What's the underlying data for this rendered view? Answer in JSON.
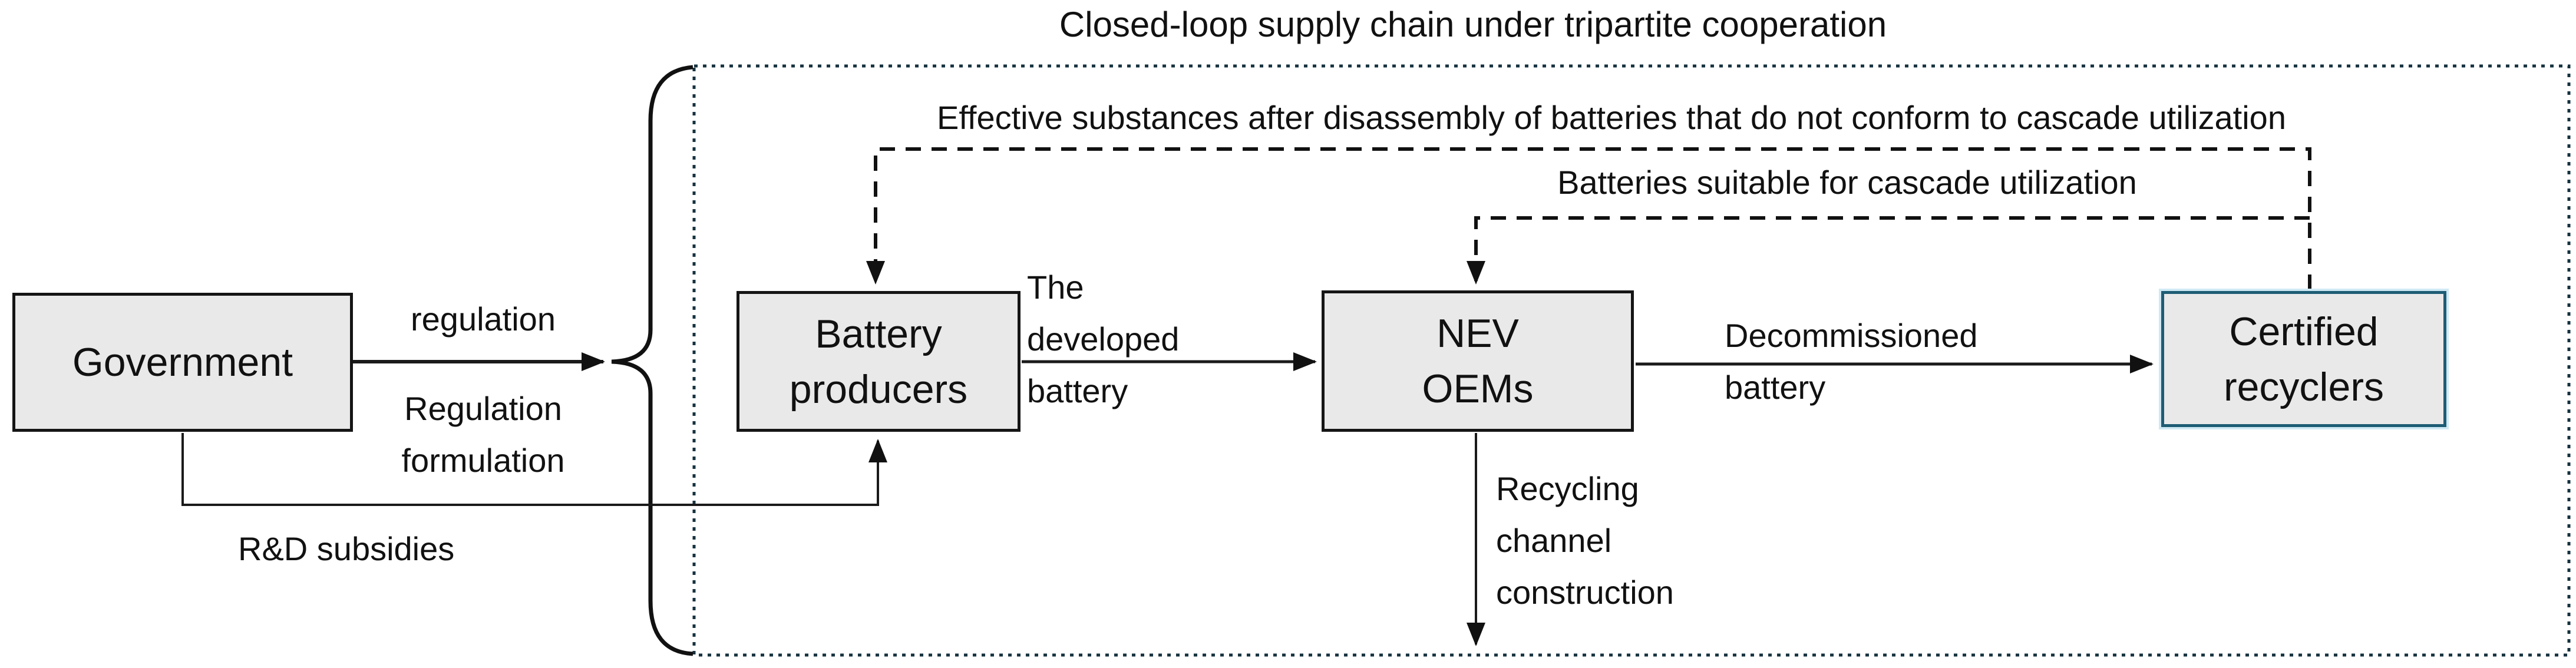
{
  "title": "Closed-loop supply chain under tripartite cooperation",
  "nodes": {
    "government": "Government",
    "battery_producers": "Battery\nproducers",
    "nev_oems": "NEV\nOEMs",
    "certified_recyclers": "Certified\nrecyclers"
  },
  "edges": {
    "regulation": "regulation",
    "regulation_formulation": "Regulation\nformulation",
    "rd_subsidies": "R&D subsidies",
    "developed_battery": "The\ndeveloped\nbattery",
    "decommissioned_battery": "Decommissioned\nbattery",
    "recycling_channel": "Recycling\nchannel\nconstruction",
    "effective_substances": "Effective substances after disassembly of batteries that do not conform to cascade utilization",
    "cascade_batteries": "Batteries suitable for cascade utilization"
  },
  "colors": {
    "node_fill": "#e9e9e9",
    "node_border": "#151515",
    "recycler_border": "#1e5c74",
    "recycler_glow": "#cfe9f4",
    "dotted_boundary": "#16323f",
    "connector": "#1a1a1a"
  }
}
